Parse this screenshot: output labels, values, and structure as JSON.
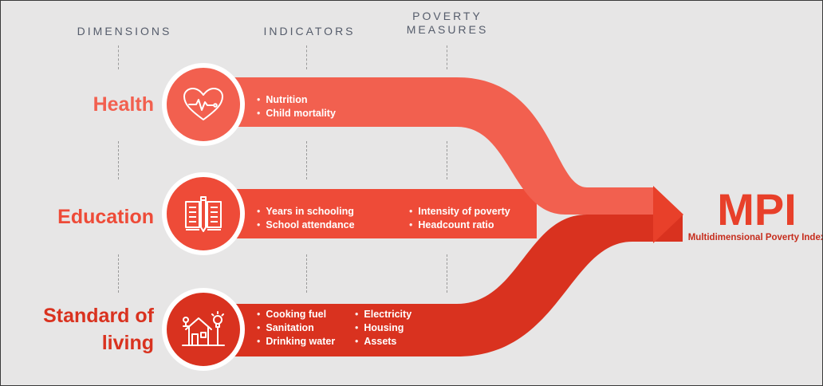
{
  "headers": {
    "dimensions": "DIMENSIONS",
    "indicators": "INDICATORS",
    "poverty_measures": "POVERTY MEASURES"
  },
  "dimensions": [
    {
      "name": "Health",
      "color": "#f2604f",
      "icon": "heart-pulse-icon",
      "indicators": [
        "Nutrition",
        "Child mortality"
      ]
    },
    {
      "name": "Education",
      "color": "#ee4b38",
      "icon": "book-pencil-icon",
      "indicators": [
        "Years in schooling",
        "School attendance"
      ],
      "measures": [
        "Intensity of poverty",
        "Headcount ratio"
      ]
    },
    {
      "name": "Standard of living",
      "color": "#d9321f",
      "icon": "house-lightbulb-icon",
      "indicators_col1": [
        "Cooking fuel",
        "Sanitation",
        "Drinking water"
      ],
      "indicators_col2": [
        "Electricity",
        "Housing",
        "Assets"
      ]
    }
  ],
  "mpi": {
    "title": "MPI",
    "subtitle": "Multidimensional Poverty Index",
    "color": "#e8402a"
  }
}
